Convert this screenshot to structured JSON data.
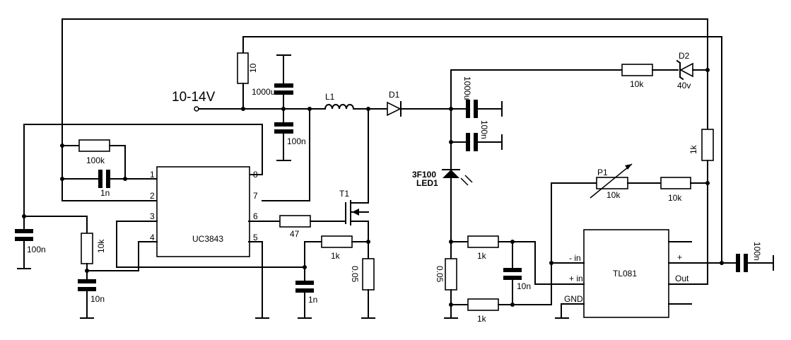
{
  "input": {
    "voltage_label": "10-14V"
  },
  "components": {
    "r10": "10",
    "c1000u_a": "1000u",
    "c100n_a": "100n",
    "l1": "L1",
    "d1": "D1",
    "c1000u_b": "1000u",
    "c100n_b": "100n",
    "led_part": "3F100",
    "led_name": "LED1",
    "r100k": "100k",
    "c1n_a": "1n",
    "ic1": "UC3843",
    "c100n_c": "100n",
    "r10k_a": "10k",
    "c10n_a": "10n",
    "r47": "47",
    "t1": "T1",
    "r1k_a": "1k",
    "c1n_b": "1n",
    "r005_a": "0.05",
    "r10k_b": "10k",
    "d2": "D2",
    "d2_v": "40v",
    "r1k_b": "1k",
    "p1": "P1",
    "p1_v": "10k",
    "r10k_c": "10k",
    "r005_b": "0.05",
    "r1k_c": "1k",
    "r1k_d": "1k",
    "c10n_b": "10n",
    "ic2": "TL081",
    "c100n_d": "100n"
  },
  "ic1_pins": [
    "1",
    "2",
    "3",
    "4",
    "5",
    "6",
    "7",
    "8"
  ],
  "ic2_pins": {
    "minus_in": "- in",
    "plus_in": "+ in",
    "gnd": "GND",
    "plus": "+",
    "out": "Out"
  }
}
